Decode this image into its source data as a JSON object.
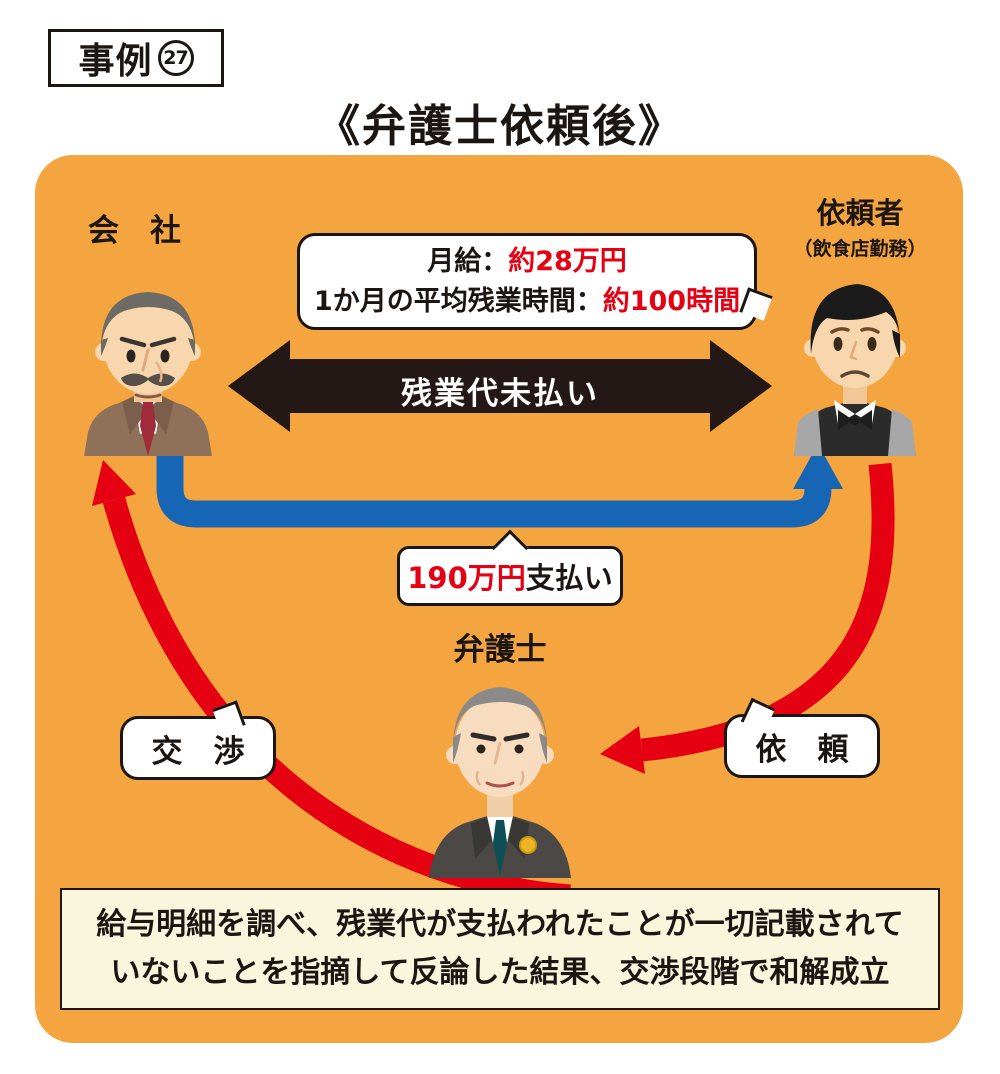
{
  "header": {
    "case_label": "事例",
    "case_number": "27",
    "title": "《弁護士依頼後》"
  },
  "actors": {
    "company": {
      "label": "会　社"
    },
    "client": {
      "label": "依頼者",
      "sublabel": "（飲食店勤務）"
    },
    "lawyer": {
      "label": "弁護士"
    }
  },
  "info_bubble": {
    "line1_label": "月給：",
    "line1_value": "約28万円",
    "line2_label": "1か月の平均残業時間：",
    "line2_value": "約100時間"
  },
  "arrows": {
    "unpaid_label": "残業代未払い",
    "payment_value": "190万円",
    "payment_label": "支払い",
    "negotiation_label": "交　渉",
    "request_label": "依　頼"
  },
  "result_box": {
    "line1": "給与明細を調べ、残業代が支払われたことが一切記載されて",
    "line2": "いないことを指摘して反論した結果、交渉段階で和解成立"
  },
  "colors": {
    "panel_orange": "#F5A53F",
    "arrow_black": "#231815",
    "arrow_blue": "#1766B5",
    "arrow_red": "#E50012",
    "highlight_red": "#E50012",
    "result_bg": "#FAF6DE"
  }
}
